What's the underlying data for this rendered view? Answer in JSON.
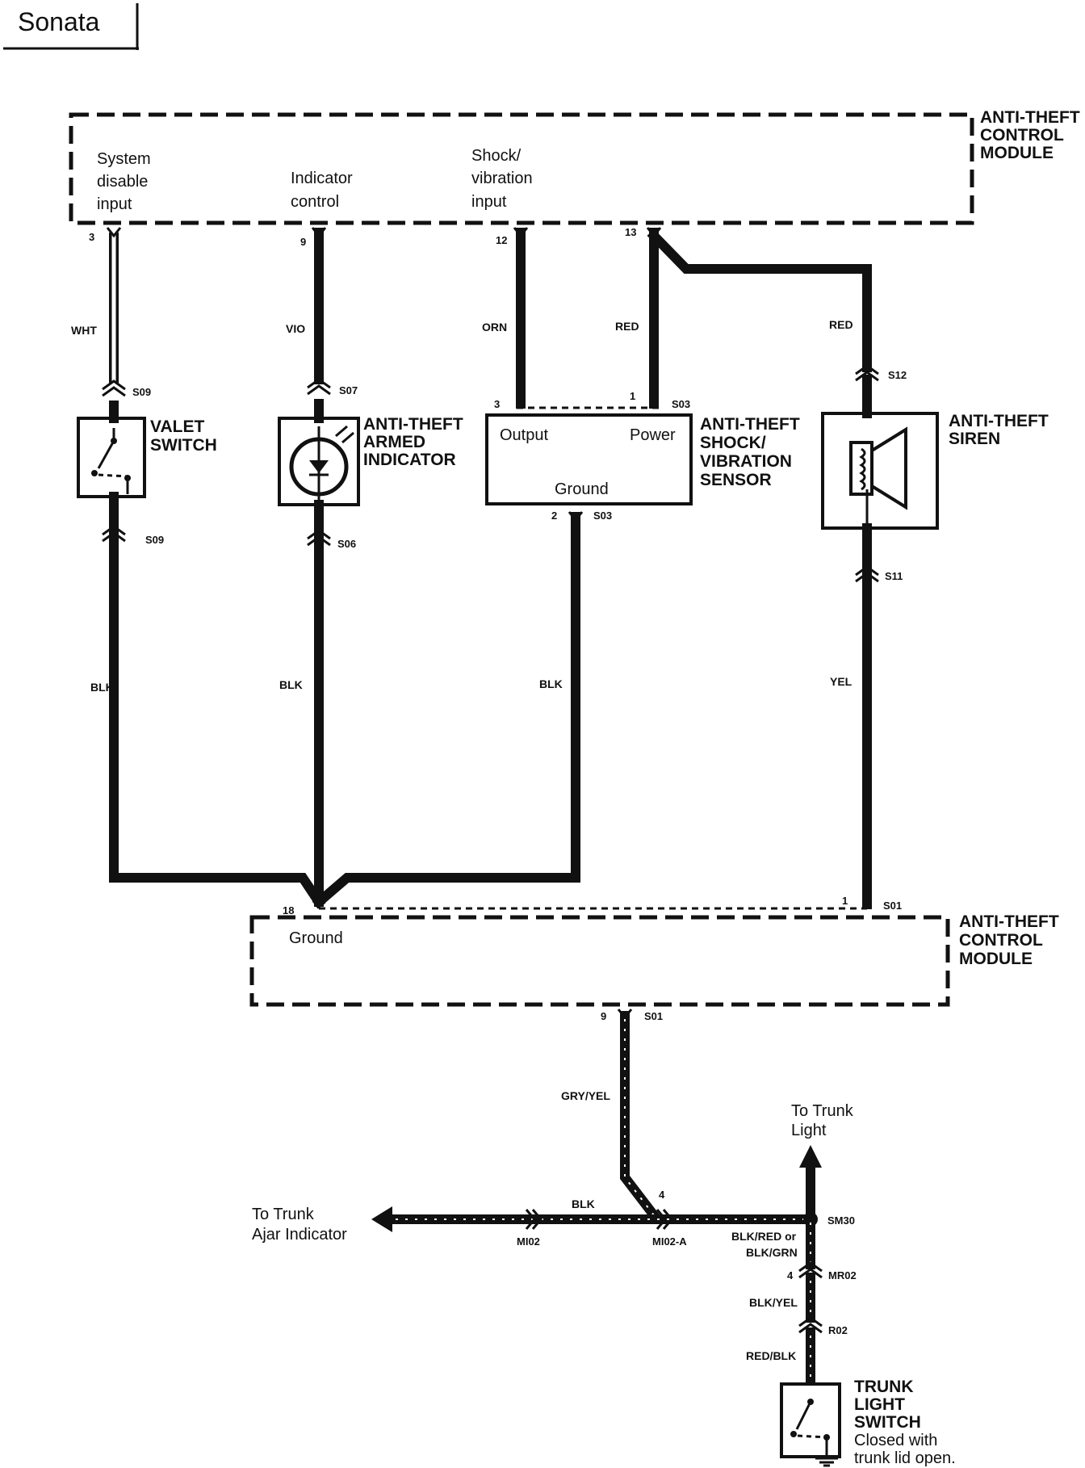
{
  "title": "Sonata",
  "modules": {
    "top_module": "ANTI-THEFT CONTROL MODULE",
    "bottom_module": "ANTI-THEFT CONTROL MODULE"
  },
  "module_inputs": {
    "system_disable": "System disable input",
    "indicator_control": "Indicator control",
    "shock_input": "Shock/ vibration input",
    "ground": "Ground"
  },
  "components": {
    "valet_switch": "VALET SWITCH",
    "armed_indicator": "ANTI-THEFT ARMED INDICATOR",
    "shock_sensor": "ANTI-THEFT SHOCK/ VIBRATION SENSOR",
    "sensor_output": "Output",
    "sensor_power": "Power",
    "sensor_ground": "Ground",
    "siren": "ANTI-THEFT SIREN",
    "trunk_switch": "TRUNK LIGHT SWITCH",
    "trunk_switch_note": "Closed with trunk lid open."
  },
  "destinations": {
    "trunk_light": "To Trunk Light",
    "trunk_ajar": "To Trunk Ajar Indicator"
  },
  "wire_colors": {
    "wht": "WHT",
    "vio": "VIO",
    "orn": "ORN",
    "red1": "RED",
    "red2": "RED",
    "blk1": "BLK",
    "blk2": "BLK",
    "blk3": "BLK",
    "yel": "YEL",
    "gry_yel": "GRY/YEL",
    "blk4": "BLK",
    "blk_red": "BLK/RED or BLK/GRN",
    "blk_yel": "BLK/YEL",
    "red_blk": "RED/BLK"
  },
  "pins": {
    "p3": "3",
    "p9": "9",
    "p12": "12",
    "p13": "13",
    "s3": "3",
    "s1": "1",
    "s2": "2",
    "p18": "18",
    "p1": "1",
    "b9": "9",
    "sp4": "4",
    "mr4": "4"
  },
  "connectors": {
    "s509a": "S09",
    "s507": "S07",
    "s503a": "S03",
    "s512": "S12",
    "s509b": "S09",
    "s506": "S06",
    "s503b": "S03",
    "s511": "S11",
    "s501a": "S01",
    "s501b": "S01",
    "mi02": "MI02",
    "mi02a": "MI02-A",
    "sm30": "SM30",
    "mr02": "MR02",
    "r02": "R02"
  }
}
